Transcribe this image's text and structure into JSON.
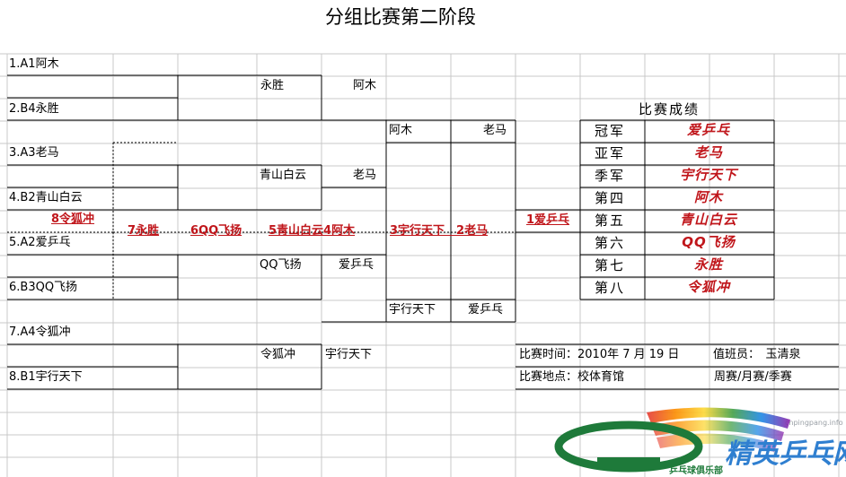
{
  "title": "分组比赛第二阶段",
  "players": [
    "1.A1阿木",
    "2.B4永胜",
    "3.A3老马",
    "4.B2青山白云",
    "5.A2爱乒乓",
    "6.B3QQ飞扬",
    "7.A4令狐冲",
    "8.B1宇行天下"
  ],
  "round1": {
    "m1_winner": "永胜",
    "m1_loser": "阿木",
    "m2_winner": "青山白云",
    "m2_loser": "老马",
    "m3_winner": "QQ飞扬",
    "m3_loser": "爱乒乓",
    "m4_winner": "令狐冲",
    "m4_loser": "宇行天下"
  },
  "round2": {
    "top_a": "阿木",
    "top_b": "老马",
    "bottom_a": "宇行天下",
    "bottom_b": "爱乒乓"
  },
  "placements": {
    "p8": "8令狐冲",
    "p7": "7永胜",
    "p6": "6QQ飞扬",
    "p5_4": "5青山白云4阿木",
    "p3_2": "3宇行天下　2老马",
    "p1": "1爱乒乓"
  },
  "results": {
    "header": "比赛成绩",
    "rows": [
      {
        "rank": "冠军",
        "name": "爱乒乓"
      },
      {
        "rank": "亚军",
        "name": "老马"
      },
      {
        "rank": "季军",
        "name": "宇行天下"
      },
      {
        "rank": "第四",
        "name": "阿木"
      },
      {
        "rank": "第五",
        "name": "青山白云"
      },
      {
        "rank": "第六",
        "name": "QQ飞扬"
      },
      {
        "rank": "第七",
        "name": "永胜"
      },
      {
        "rank": "第八",
        "name": "令狐冲"
      }
    ]
  },
  "info": {
    "time": "比赛时间：2010年 7 月 19 日",
    "duty": "值班员：　玉清泉",
    "venue": "比赛地点：校体育馆",
    "type": "周赛/月赛/季赛"
  },
  "watermark": "cnpingpang.info",
  "logo": {
    "brand": "精英乒乓网",
    "org": "乒乓球俱乐部"
  },
  "colors": {
    "accent_red": "#c0161b",
    "logo_green": "#1e7a3a",
    "grid": "#c8c8c8"
  }
}
